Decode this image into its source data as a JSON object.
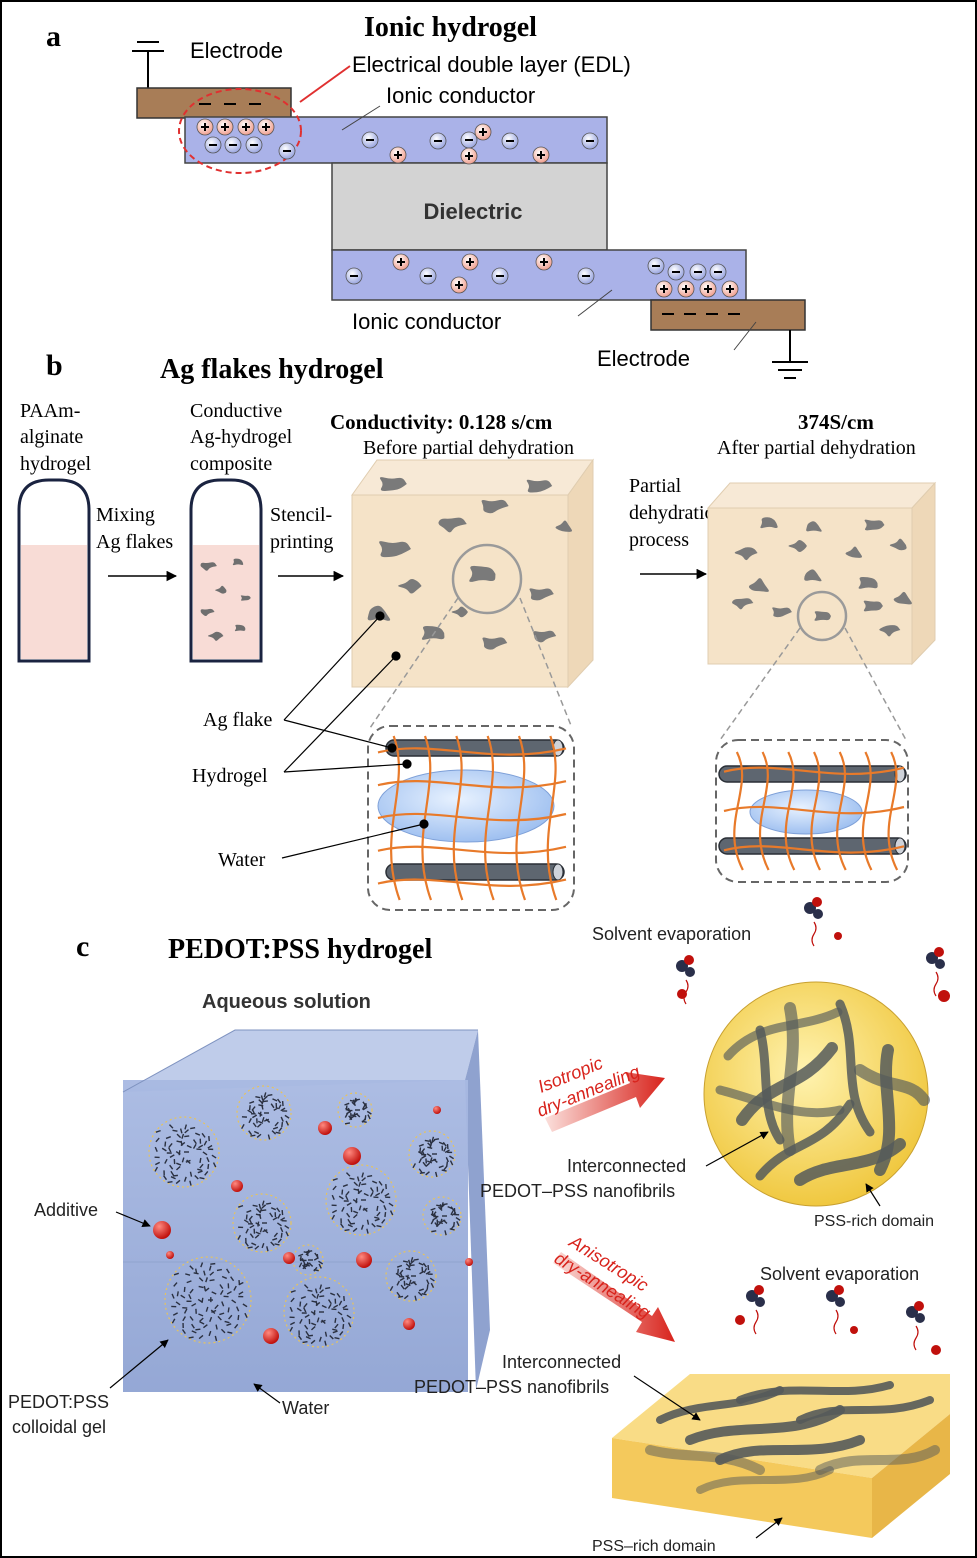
{
  "panel_a": {
    "letter": "a",
    "title": "Ionic hydrogel",
    "electrode_top": "Electrode",
    "edl": "Electrical double layer (EDL)",
    "conductor_top": "Ionic conductor",
    "dielectric": "Dielectric",
    "conductor_bottom": "Ionic conductor",
    "electrode_bottom": "Electrode"
  },
  "panel_b": {
    "letter": "b",
    "title": "Ag flakes hydrogel",
    "tube1_label": [
      "PAAm-",
      "alginate",
      "hydrogel"
    ],
    "tube2_label": [
      "Conductive",
      "Ag-hydrogel",
      "composite"
    ],
    "mixing": [
      "Mixing",
      "Ag flakes"
    ],
    "stencil": [
      "Stencil-",
      "printing"
    ],
    "conductivity_before": "Conductivity: 0.128 s/cm",
    "before_caption": "Before partial dehydration",
    "partial": [
      "Partial",
      "dehydration",
      "process"
    ],
    "conductivity_after": "374S/cm",
    "after_caption": "After partial dehydration",
    "ag_flake": "Ag flake",
    "hydrogel": "Hydrogel",
    "water": "Water"
  },
  "panel_c": {
    "letter": "c",
    "title": "PEDOT:PSS hydrogel",
    "aqueous": "Aqueous solution",
    "additive": "Additive",
    "colloidal": [
      "PEDOT:PSS",
      "colloidal gel"
    ],
    "water": "Water",
    "isotropic": [
      "Isotropic",
      "dry-annealing"
    ],
    "anisotropic": [
      "Anisotropic",
      "dry-annealing"
    ],
    "solvent_top": "Solvent evaporation",
    "solvent_bottom": "Solvent evaporation",
    "nanofibrils_top": [
      "Interconnected",
      "PEDOT–PSS nanofibrils"
    ],
    "pss_top": "PSS-rich domain",
    "nanofibrils_bottom": [
      "Interconnected",
      "PEDOT–PSS nanofibrils"
    ],
    "pss_bottom": "PSS–rich domain"
  },
  "colors": {
    "electrode": "#a87d57",
    "conductor": "#aab2e8",
    "dielectric": "#d3d3d3",
    "hydrogel_fill": "#f8dcd6",
    "block": "#f5e3c8",
    "flake": "#7a7a7a",
    "fiber": "#e87a2a",
    "rod": "#555c66",
    "cube": "#9aaed8",
    "sphere": "#f5e07a",
    "slab": "#f7d26a",
    "arrow_red": "#d8231c"
  }
}
